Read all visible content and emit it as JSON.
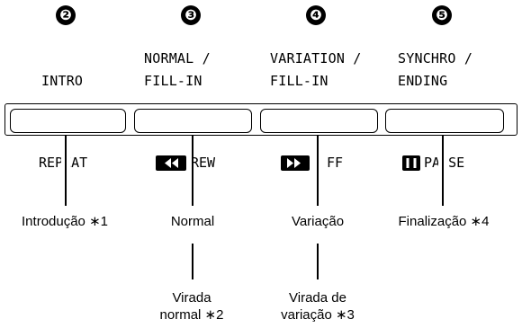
{
  "markers": [
    "❷",
    "❸",
    "❹",
    "❺"
  ],
  "buttons": [
    {
      "label_line1": "",
      "label_line2": "INTRO",
      "secondary": "REPEAT",
      "secondary_icon": "",
      "description": "Introdução ∗1",
      "description_2": ""
    },
    {
      "label_line1": "NORMAL /",
      "label_line2": "FILL-IN",
      "secondary": "REW",
      "secondary_icon": "rewind-icon",
      "description": "Normal",
      "description_2": "Virada\nnormal ∗2"
    },
    {
      "label_line1": "VARIATION /",
      "label_line2": "FILL-IN",
      "secondary": "FF",
      "secondary_icon": "fast-forward-icon",
      "description": "Variação",
      "description_2": "Virada de\nvariação ∗3"
    },
    {
      "label_line1": "SYNCHRO /",
      "label_line2": "ENDING",
      "secondary": "PAUSE",
      "secondary_icon": "pause-icon",
      "description": "Finalização ∗4",
      "description_2": ""
    }
  ]
}
